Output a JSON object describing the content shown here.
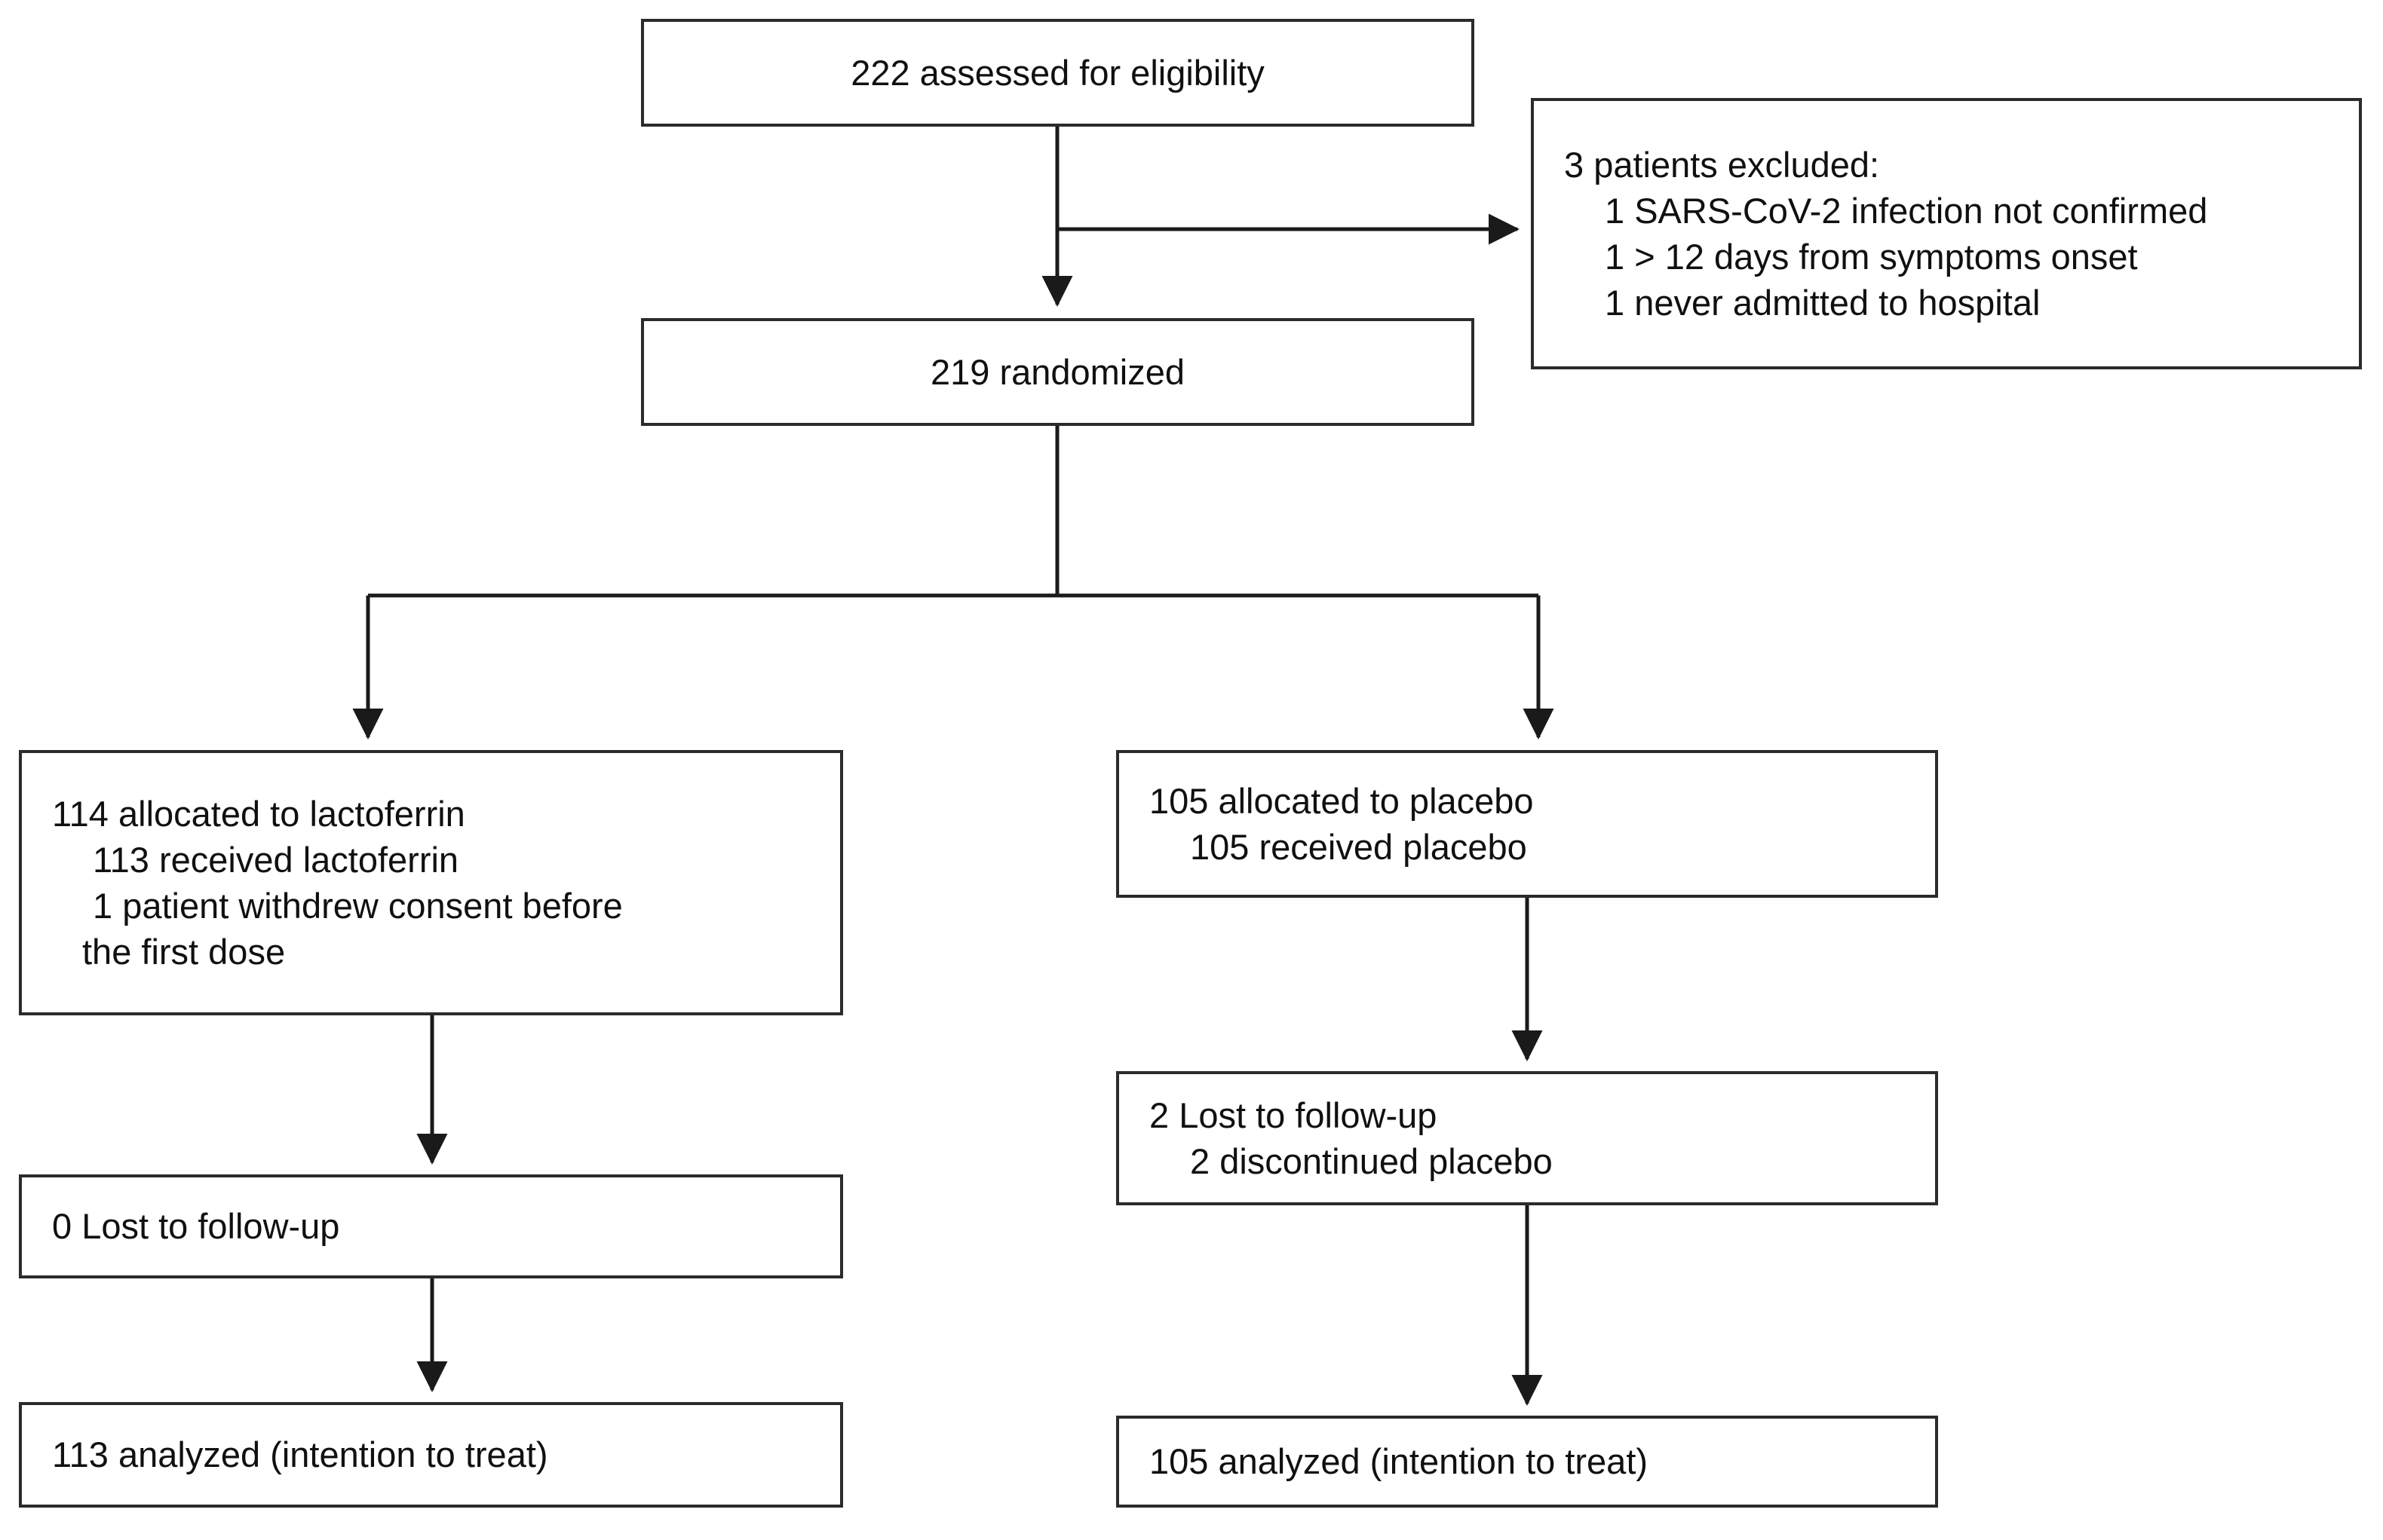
{
  "diagram": {
    "type": "consort-flow-diagram",
    "colors": {
      "box_border": "#2b2b2b",
      "connector": "#1a1a1a",
      "background": "#ffffff",
      "text": "#101010"
    },
    "nodes": [
      {
        "id": "assessed",
        "name": "assessed-for-eligibility-box",
        "align": "center",
        "lines": [
          {
            "text": "222 assessed for eligibility",
            "indent": 0
          }
        ]
      },
      {
        "id": "excluded",
        "name": "patients-excluded-box",
        "align": "left",
        "lines": [
          {
            "text": "3 patients excluded:",
            "indent": 0
          },
          {
            "text": "1 SARS-CoV-2 infection not confirmed",
            "indent": 1
          },
          {
            "text": "1 > 12 days from symptoms onset",
            "indent": 1
          },
          {
            "text": "1 never admitted to hospital",
            "indent": 1
          }
        ]
      },
      {
        "id": "randomized",
        "name": "randomized-box",
        "align": "center",
        "lines": [
          {
            "text": "219 randomized",
            "indent": 0
          }
        ]
      },
      {
        "id": "alloc-lacto",
        "name": "allocated-lactoferrin-box",
        "align": "left",
        "lines": [
          {
            "text": "114 allocated to lactoferrin",
            "indent": 0
          },
          {
            "text": "113 received lactoferrin",
            "indent": 1
          },
          {
            "text": "1 patient withdrew consent before",
            "indent": 1
          },
          {
            "text": "the first dose",
            "indent": 2
          }
        ]
      },
      {
        "id": "alloc-placebo",
        "name": "allocated-placebo-box",
        "align": "left",
        "lines": [
          {
            "text": "105 allocated to placebo",
            "indent": 0
          },
          {
            "text": "105 received placebo",
            "indent": 1
          }
        ]
      },
      {
        "id": "lost-lacto",
        "name": "lost-to-followup-lactoferrin-box",
        "align": "left",
        "lines": [
          {
            "text": "0 Lost to follow-up",
            "indent": 0
          }
        ]
      },
      {
        "id": "lost-placebo",
        "name": "lost-to-followup-placebo-box",
        "align": "left",
        "lines": [
          {
            "text": "2 Lost to follow-up",
            "indent": 0
          },
          {
            "text": "2 discontinued placebo",
            "indent": 1
          }
        ]
      },
      {
        "id": "analyzed-lacto",
        "name": "analyzed-lactoferrin-box",
        "align": "left",
        "lines": [
          {
            "text": "113 analyzed (intention to treat)",
            "indent": 0
          }
        ]
      },
      {
        "id": "analyzed-placebo",
        "name": "analyzed-placebo-box",
        "align": "left",
        "lines": [
          {
            "text": "105 analyzed (intention to treat)",
            "indent": 0
          }
        ]
      }
    ],
    "connectors": [
      {
        "name": "assessed-to-randomized-arrow",
        "from": "assessed",
        "to": "randomized"
      },
      {
        "name": "assessed-to-excluded-arrow",
        "from": "assessed",
        "to": "excluded"
      },
      {
        "name": "randomized-to-lactoferrin-arrow",
        "from": "randomized",
        "to": "alloc-lacto"
      },
      {
        "name": "randomized-to-placebo-arrow",
        "from": "randomized",
        "to": "alloc-placebo"
      },
      {
        "name": "lactoferrin-to-lost-arrow",
        "from": "alloc-lacto",
        "to": "lost-lacto"
      },
      {
        "name": "placebo-to-lost-arrow",
        "from": "alloc-placebo",
        "to": "lost-placebo"
      },
      {
        "name": "lost-lacto-to-analyzed-arrow",
        "from": "lost-lacto",
        "to": "analyzed-lacto"
      },
      {
        "name": "lost-placebo-to-analyzed-arrow",
        "from": "lost-placebo",
        "to": "analyzed-placebo"
      }
    ]
  }
}
